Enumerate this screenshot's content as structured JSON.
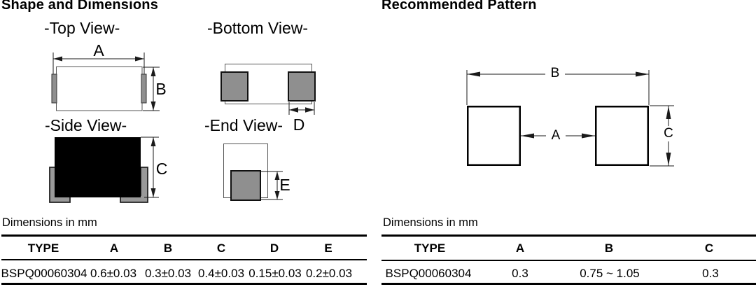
{
  "left": {
    "title": "Shape and Dimensions",
    "views": {
      "top": {
        "label": "-Top View-"
      },
      "bottom": {
        "label": "-Bottom View-"
      },
      "side": {
        "label": "-Side View-"
      },
      "end": {
        "label": "-End View-"
      }
    },
    "dim_labels": {
      "top_width": "A",
      "top_height": "B",
      "side_height": "C",
      "bottom_pad_width": "D",
      "end_pad_height": "E"
    },
    "units_note": "Dimensions in mm",
    "table": {
      "headers": [
        "TYPE",
        "A",
        "B",
        "C",
        "D",
        "E"
      ],
      "rows": [
        [
          "BSPQ00060304",
          "0.6±0.03",
          "0.3±0.03",
          "0.4±0.03",
          "0.15±0.03",
          "0.2±0.03"
        ]
      ]
    }
  },
  "right": {
    "title": "Recommended Pattern",
    "dim_labels": {
      "overall_span": "B",
      "pad_gap": "A",
      "pad_height": "C"
    },
    "units_note": "Dimensions in mm",
    "table": {
      "headers": [
        "TYPE",
        "A",
        "B",
        "C"
      ],
      "rows": [
        [
          "BSPQ00060304",
          "0.3",
          "0.75 ~ 1.05",
          "0.3"
        ]
      ]
    }
  },
  "colors": {
    "pad_gray": "#8f8f8f",
    "terminal_gray": "#999999",
    "body_black": "#000000",
    "line_black": "#1a1a1a"
  }
}
